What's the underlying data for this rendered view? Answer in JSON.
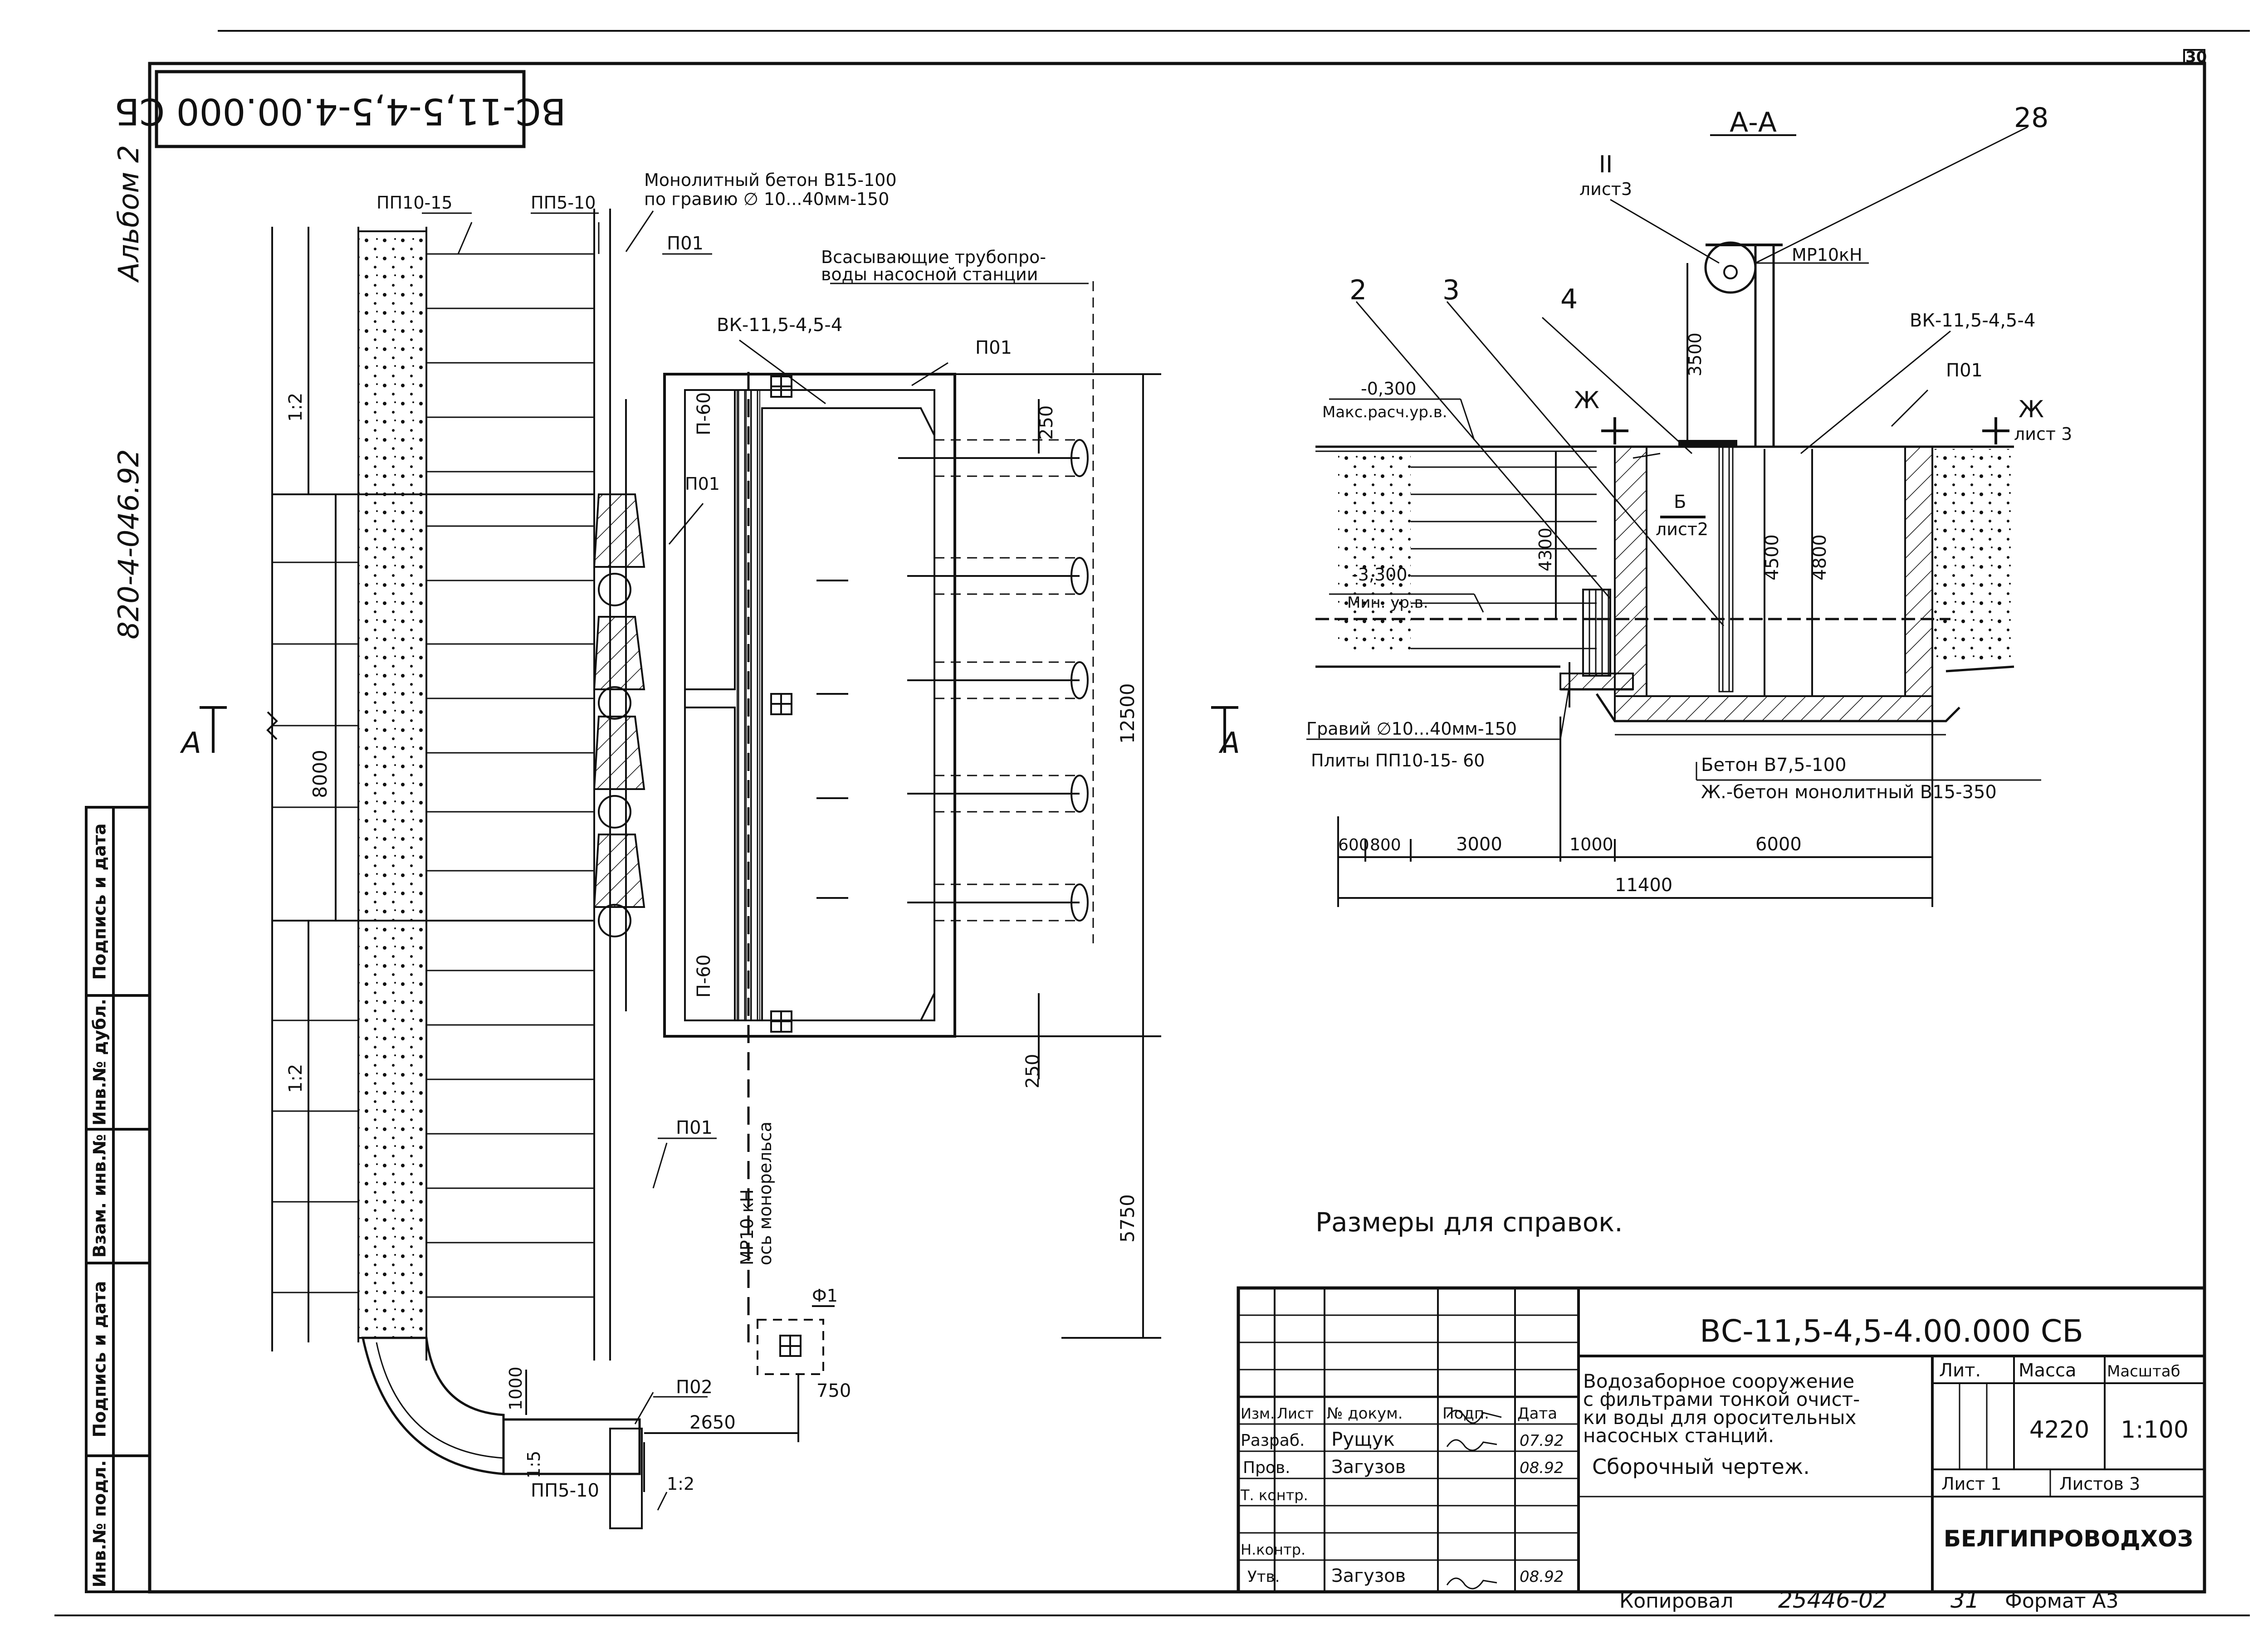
{
  "sheet": {
    "page_number": "30",
    "album": "Альбом 2",
    "project_code": "820-4-046.92",
    "stamp_code": "ВС-11,5-4,5-4.00.000 СБ",
    "copied": "Копировал",
    "copy_number": "25446-02",
    "copy_sheet": "31",
    "format": "Формат А3",
    "reference_note": "Размеры для справок."
  },
  "side_columns": [
    "Подпись и дата",
    "Инв.№ дубл.",
    "Взам. инв.№",
    "Подпись и дата",
    "Инв.№ подл."
  ],
  "plan": {
    "labels": {
      "pp10_15": "ПП10-15",
      "pp5_10_top": "ПП5-10",
      "monolith_line1": "Монолитный бетон В15-100",
      "monolith_line2": "по гравию ∅ 10...40мм-150",
      "p01_top": "П01",
      "suction_line1": "Всасывающие трубопро-",
      "suction_line2": "воды насосной станции",
      "vk": "ВК-11,5-4,5-4",
      "p01_mid": "П01",
      "p01_inner": "П01",
      "p60_top": "П-60",
      "p60_bottom": "П-60",
      "slope_top": "1:2",
      "slope_bottom": "1:2",
      "slope_pipe": "1:5",
      "slope_right": "1:2",
      "p01_bottom": "П01",
      "p02": "П02",
      "pp5_10_bottom": "ПП5-10",
      "f1": "Ф1",
      "monorail_line1": "МР10 кН",
      "monorail_line2": "ось монорельса",
      "section_mark_left": "А",
      "section_mark_right": "А"
    },
    "dims": {
      "d8000": "8000",
      "d12500": "12500",
      "d5750": "5750",
      "d250_top": "250",
      "d250_bottom": "250",
      "d1000": "1000",
      "d2650": "2650",
      "d750": "750"
    }
  },
  "section": {
    "title": "А-А",
    "callout_28": "28",
    "callout_2": "2",
    "callout_3": "3",
    "callout_4": "4",
    "sheet_ref_roman": "II",
    "sheet_ref_3": "лист3",
    "mr10": "МР10кН",
    "vk": "ВК-11,5-4,5-4",
    "p01": "П01",
    "zh_left": "Ж",
    "zh_right": "Ж",
    "zh_sheet": "лист 3",
    "b_mark": "Б",
    "b_sheet": "лист2",
    "level_max_value": "-0,300",
    "level_max_label": "Макс.расч.ур.в.",
    "level_min_value": "-3,300",
    "level_min_label": "Мин. ур.в.",
    "gravel": "Гравий ∅10...40мм-150",
    "plates": "Плиты ПП10-15- 60",
    "concrete": "Бетон В7,5-100",
    "rc_concrete": "Ж.-бетон монолитный В15-350",
    "dims": {
      "d3500": "3500",
      "d4300": "4300",
      "d4500": "4500",
      "d4800": "4800",
      "d600": "600",
      "d800": "800",
      "d3000": "3000",
      "d1000": "1000",
      "d6000": "6000",
      "d11400": "11400"
    }
  },
  "title_block": {
    "designation": "ВС-11,5-4,5-4.00.000 СБ",
    "name_line1": "Водозаборное сооружение",
    "name_line2": "с фильтрами тонкой очист-",
    "name_line3": "ки воды для оросительных",
    "name_line4": "насосных станций.",
    "name_line5": "Сборочный чертеж.",
    "hdr_izm": "Изм.",
    "hdr_list": "Лист",
    "hdr_doc": "№ докум.",
    "hdr_sign": "Подп.",
    "hdr_date": "Дата",
    "row_razrab": "Разраб.",
    "row_prov": "Пров.",
    "row_tkontr": "Т. контр.",
    "row_nkontr": "Н.контр.",
    "row_utv": "Утв.",
    "name_rushchuk": "Рущук",
    "name_zaguzov1": "Загузов",
    "name_zaguzov2": "Загузов",
    "date1": "07.92",
    "date2": "08.92",
    "date3": "08.92",
    "lit_label": "Лит.",
    "mass_label": "Масса",
    "scale_label": "Масштаб",
    "mass": "4220",
    "scale": "1:100",
    "sheet_label": "Лист 1",
    "sheets_label": "Листов 3",
    "org": "БЕЛГИПРОВОДХОЗ"
  }
}
